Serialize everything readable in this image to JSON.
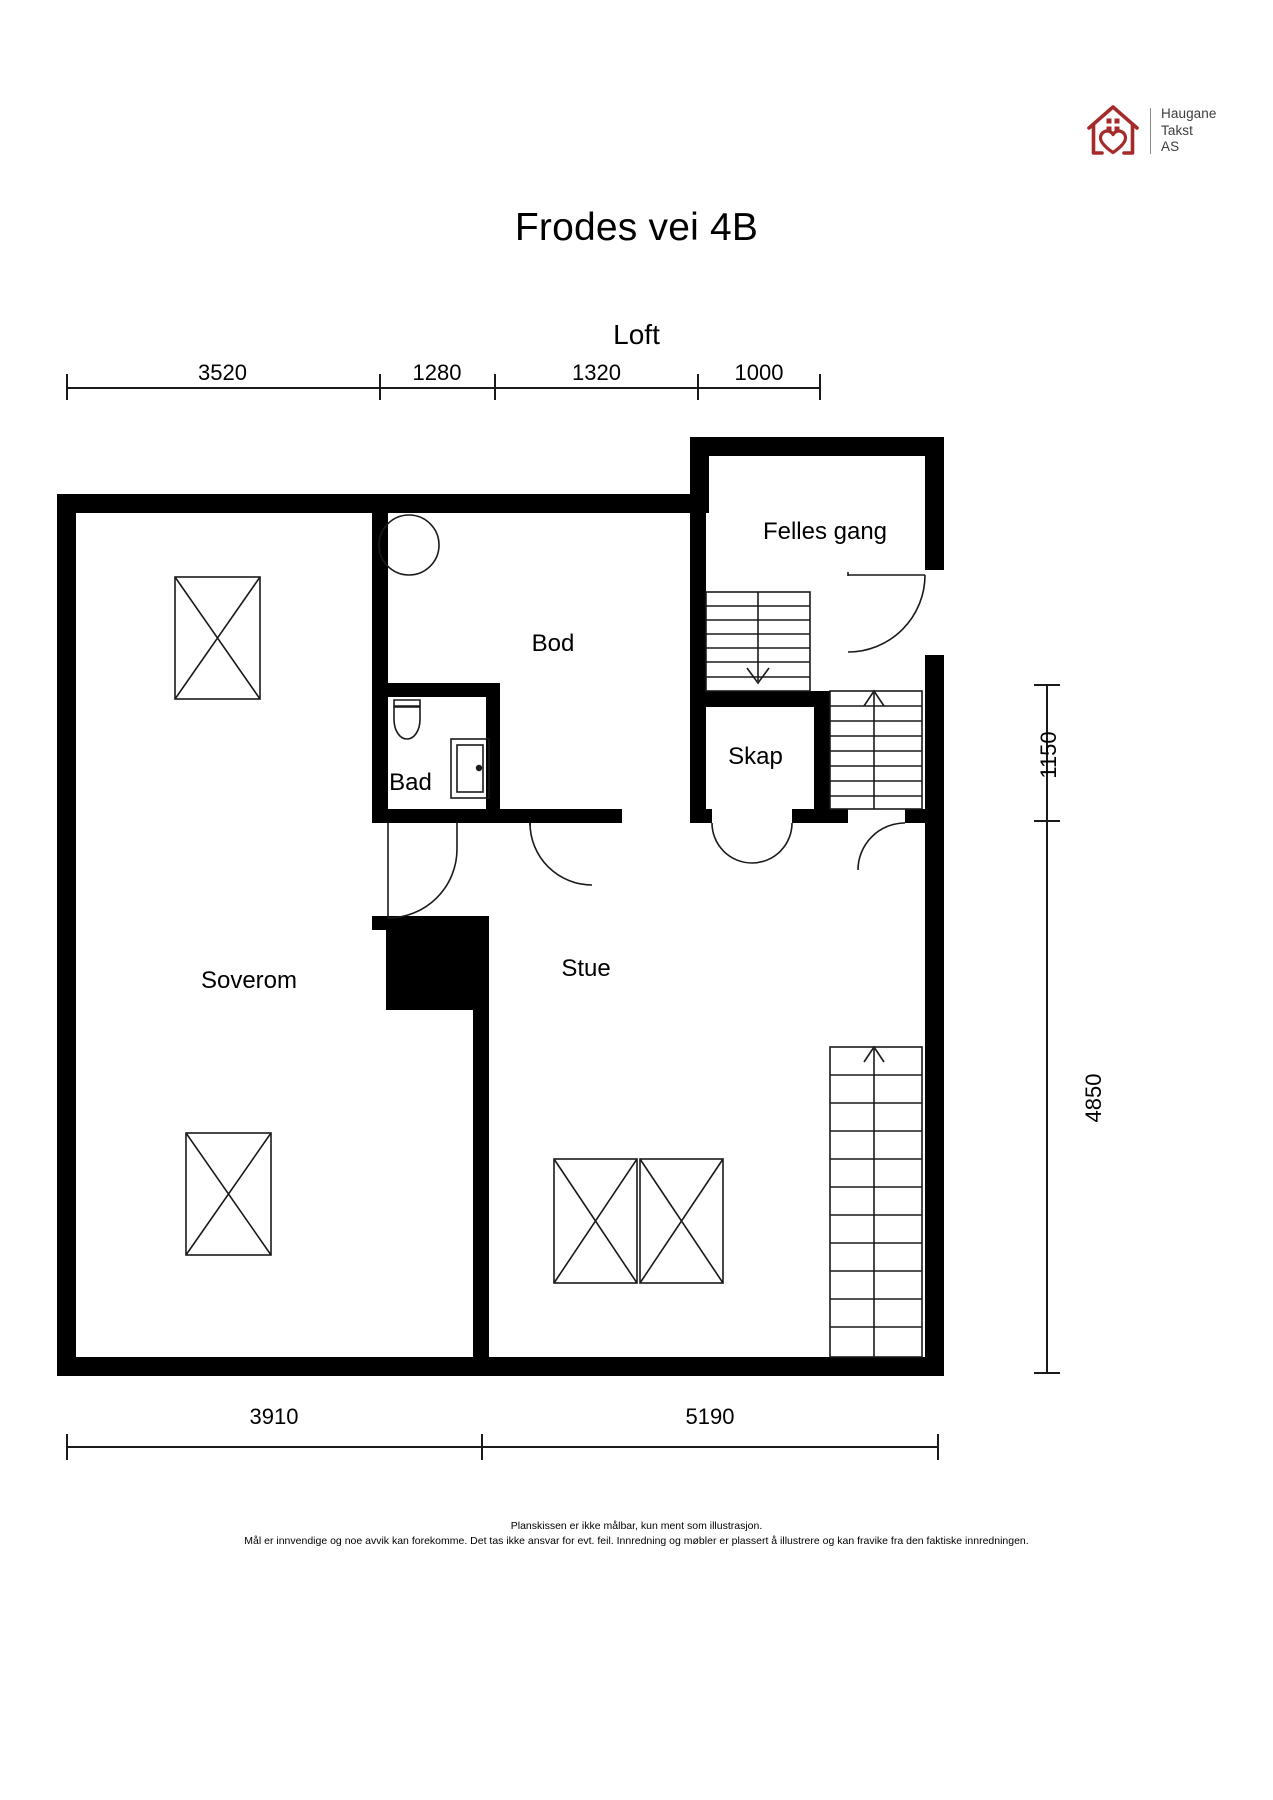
{
  "logo": {
    "icon": "house-heart-icon",
    "line1": "Haugane",
    "line2": "Takst",
    "line3": "AS",
    "color": "#a52a2a"
  },
  "header": {
    "title": "Frodes vei 4B",
    "floor": "Loft"
  },
  "dimensions": {
    "top": {
      "labels": [
        "3520",
        "1280",
        "1320",
        "1000"
      ]
    },
    "right": {
      "labels": [
        "1150",
        "4850"
      ]
    },
    "bottom": {
      "labels": [
        "3910",
        "5190"
      ]
    }
  },
  "rooms": [
    {
      "name": "Felles gang",
      "label": "Felles gang"
    },
    {
      "name": "Bod",
      "label": "Bod"
    },
    {
      "name": "Bad",
      "label": "Bad"
    },
    {
      "name": "Skap",
      "label": "Skap"
    },
    {
      "name": "Soverom",
      "label": "Soverom"
    },
    {
      "name": "Stue",
      "label": "Stue"
    }
  ],
  "room_labels": {
    "felles_gang": "Felles gang",
    "bod": "Bod",
    "bad": "Bad",
    "skap": "Skap",
    "soverom": "Soverom",
    "stue": "Stue"
  },
  "footer": {
    "line1": "Planskissen er ikke målbar, kun ment som illustrasjon.",
    "line2": "Mål er innvendige og noe avvik kan forekomme. Det tas ikke ansvar for evt. feil. Innredning og møbler er plassert å illustrere og kan fravike fra den faktiske innredningen."
  }
}
